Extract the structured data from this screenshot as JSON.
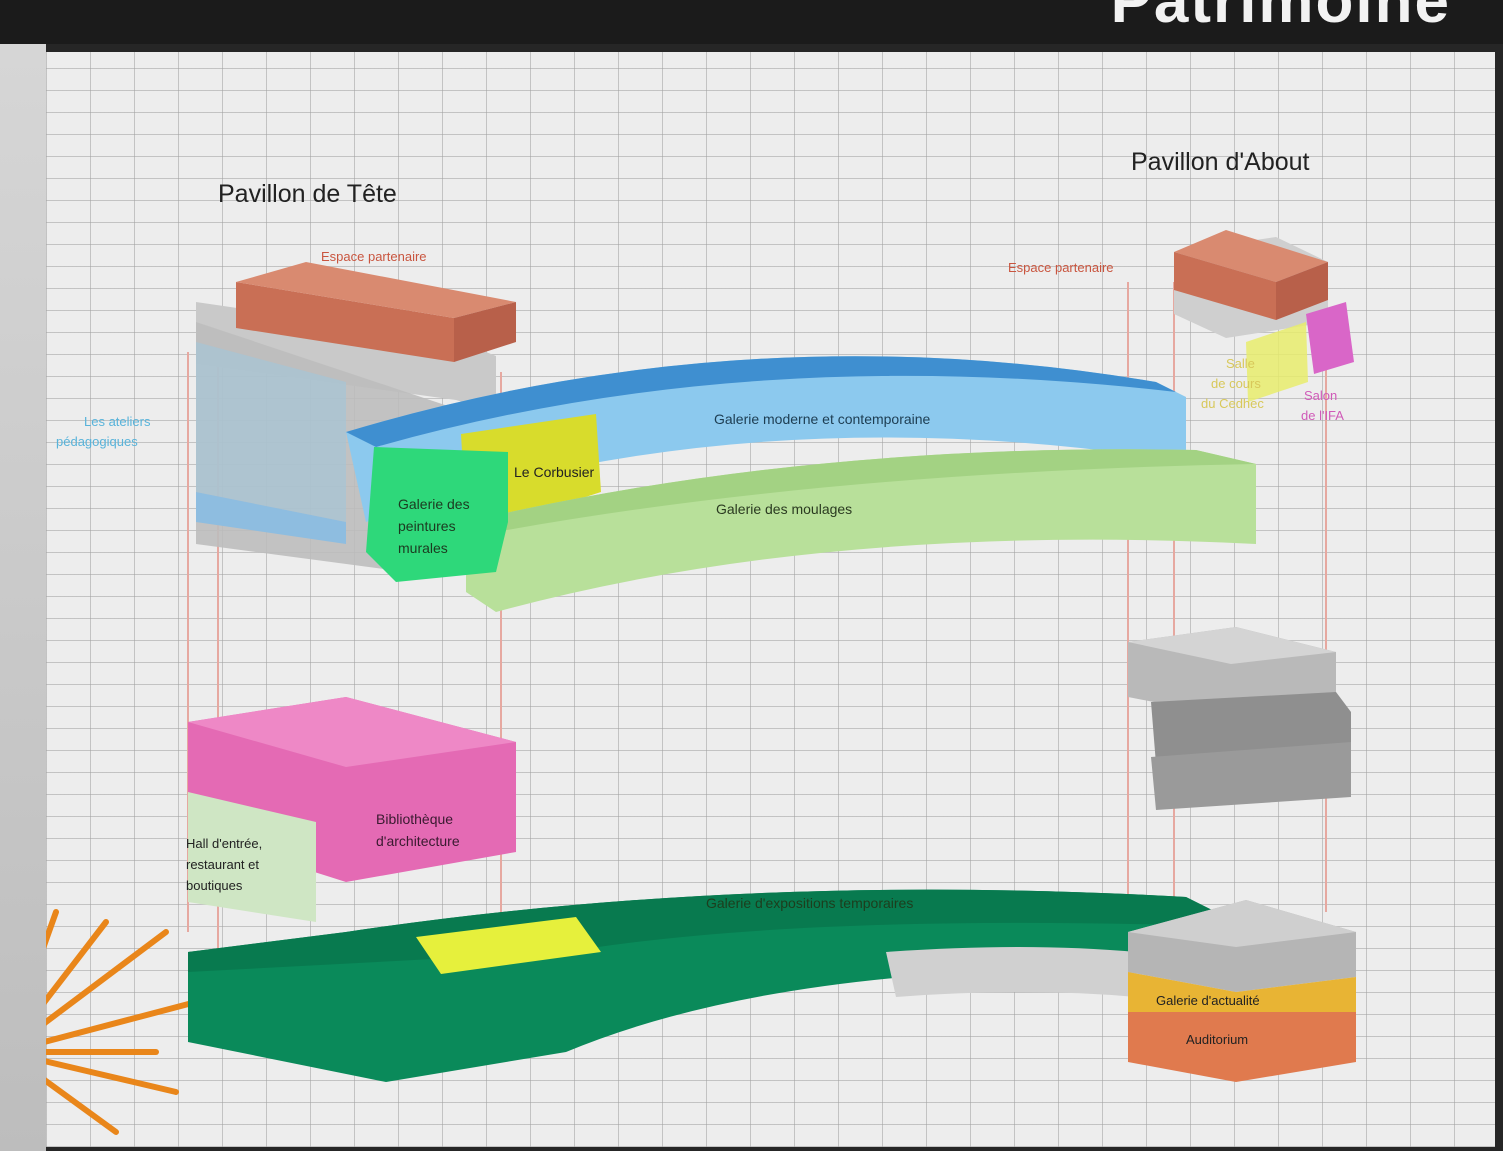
{
  "header": {
    "title_fragment": "Patrimoine"
  },
  "diagram": {
    "pavillons": {
      "tete": "Pavillon de Tête",
      "about": "Pavillon d'About"
    },
    "labels": {
      "espace_tete": "Espace partenaire",
      "espace_about": "Espace partenaire",
      "ateliers_1": "Les ateliers",
      "ateliers_2": "pédagogiques",
      "galerie_moderne": "Galerie moderne et contemporaine",
      "le_corbusier": "Le Corbusier",
      "galerie_peintures_1": "Galerie des",
      "galerie_peintures_2": "peintures",
      "galerie_peintures_3": "murales",
      "galerie_moulages": "Galerie des moulages",
      "salle_cours_1": "Salle",
      "salle_cours_2": "de cours",
      "salle_cours_3": "du Cedhec",
      "salon_ifa_1": "Salon",
      "salon_ifa_2": "de l'IFA",
      "bibliotheque_1": "Bibliothèque",
      "bibliotheque_2": "d'architecture",
      "hall_1": "Hall d'entrée,",
      "hall_2": "restaurant et",
      "hall_3": "boutiques",
      "galerie_expositions": "Galerie d'expositions temporaires",
      "galerie_actualite": "Galerie d'actualité",
      "auditorium": "Auditorium"
    },
    "colors": {
      "espace": "#c96f55",
      "galerie_moderne": "#8cc9ee",
      "galerie_moderne_top": "#3f8fd0",
      "le_corbusier": "#d8dc2c",
      "peintures": "#2ed87a",
      "moulages": "#b8e09a",
      "bibliotheque": "#e46ab4",
      "hall": "#cfe6c4",
      "expositions": "#0a8a5a",
      "actualite": "#e8b434",
      "auditorium": "#e07a4e",
      "salon_ifa": "#d966c8",
      "salle_cours": "#e8ec6c",
      "grey_block": "#a8a8a8"
    }
  }
}
